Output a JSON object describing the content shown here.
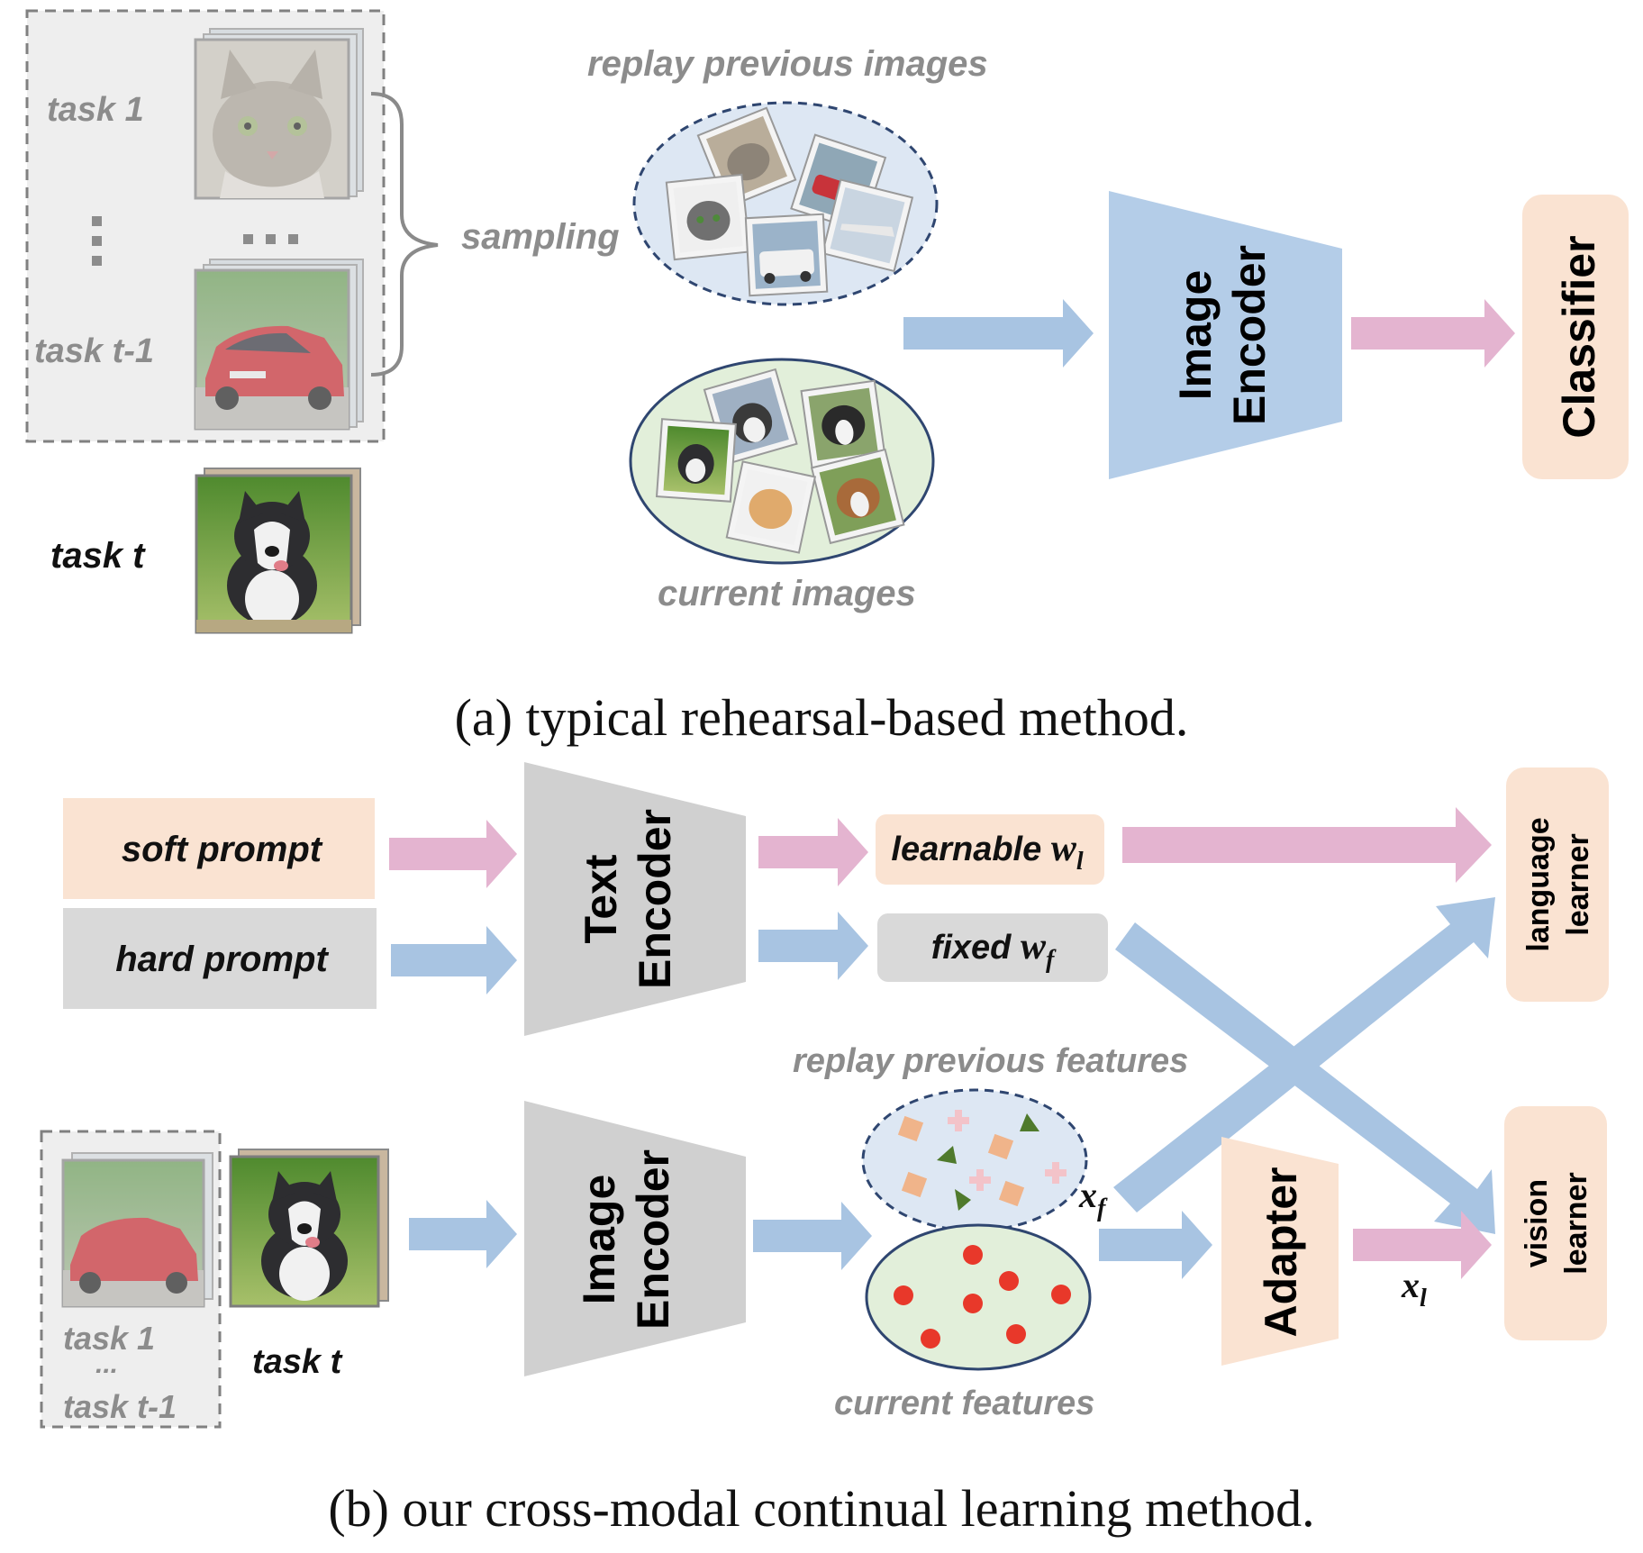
{
  "panel_a": {
    "task_1": "task 1",
    "task_t_minus_1": "task t-1",
    "task_t": "task t",
    "ellipsis": "…",
    "sampling": "sampling",
    "replay_previous_images": "replay previous images",
    "current_images": "current images",
    "image_encoder_line1": "Image",
    "image_encoder_line2": "Encoder",
    "classifier": "Classifier",
    "caption": "(a) typical rehearsal-based method."
  },
  "panel_b": {
    "soft_prompt": "soft prompt",
    "hard_prompt": "hard prompt",
    "text_encoder_line1": "Text",
    "text_encoder_line2": "Encoder",
    "learnable_w_text": "learnable ",
    "learnable_w_var": "w",
    "learnable_w_sub": "l",
    "fixed_w_text": "fixed  ",
    "fixed_w_var": "w",
    "fixed_w_sub": "f",
    "language_learner_line1": "language",
    "language_learner_line2": "learner",
    "vision_learner_line1": "vision",
    "vision_learner_line2": "learner",
    "replay_previous_features": "replay previous features",
    "current_features": "current features",
    "image_encoder_line1": "Image",
    "image_encoder_line2": "Encoder",
    "adapter": "Adapter",
    "x_f_var": "x",
    "x_f_sub": "f",
    "x_l_var": "x",
    "x_l_sub": "l",
    "task_1": "task 1",
    "task_dots": "...",
    "task_t_minus_1": "task t-1",
    "task_t": "task t",
    "caption": "(b) our cross-modal continual learning method."
  },
  "colors": {
    "blue_arrow": "#a8c4e2",
    "pink_arrow": "#e4b4d0",
    "peach_box": "#fae3d2",
    "gray_box": "#d9d9d9",
    "encoder_blue": "#b4cde8",
    "encoder_gray": "#d0d0d0",
    "replay_fill": "#dde7f3",
    "current_fill": "#e2efda",
    "gray_text": "#7f7f7f",
    "feature_red": "#e8382a",
    "feature_orange": "#f0b48a",
    "feature_green": "#4f7a2c",
    "feature_pink": "#f3c3c9"
  }
}
